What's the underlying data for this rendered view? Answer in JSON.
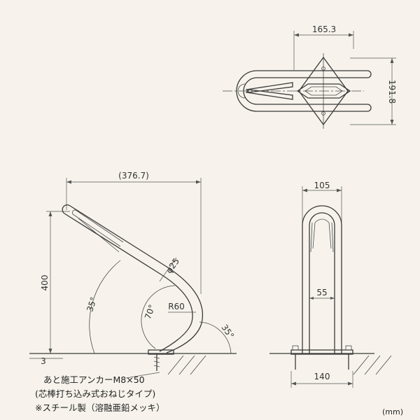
{
  "unit": "(mm)",
  "dimensions": {
    "top_width": "165.3",
    "top_height": "191.8",
    "side_width": "(376.7)",
    "side_height": "400",
    "pipe_diameter": "φ25",
    "bend_radius": "R60",
    "angle_left": "35°",
    "angle_inner": "70°",
    "angle_right": "35°",
    "ground_offset": "3",
    "front_width": "105",
    "front_inner": "55",
    "front_base": "140"
  },
  "notes": {
    "anchor": "あと施工アンカーM8×50",
    "anchor_type": "(芯棒打ち込み式おねじタイプ)",
    "material": "※スチール製（溶融亜鉛メッキ）"
  }
}
